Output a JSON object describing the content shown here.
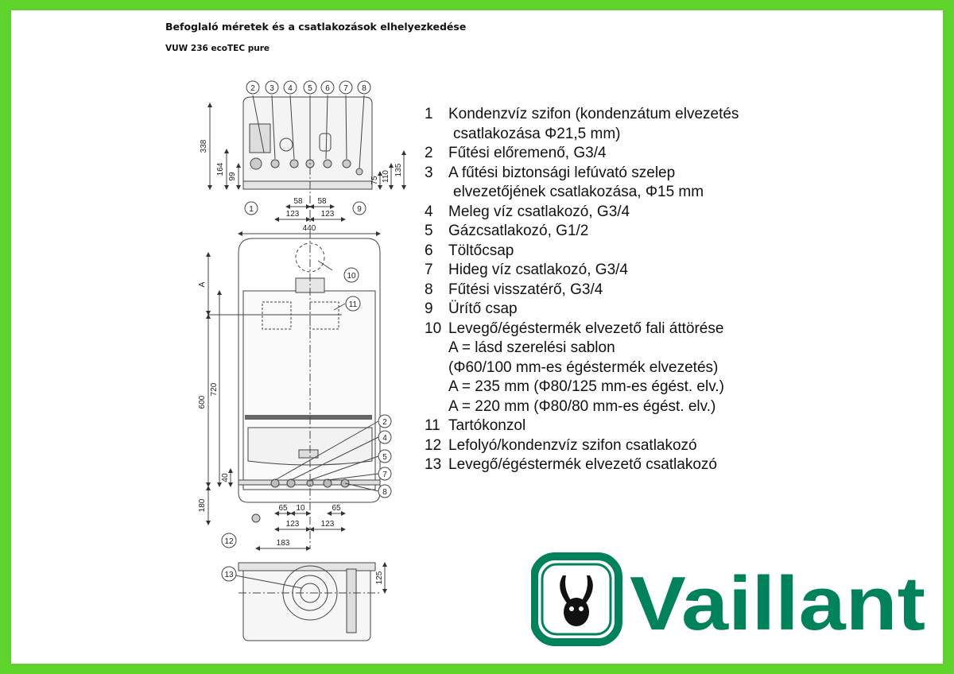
{
  "title": "Befoglaló méretek és a csatlakozások elhelyezkedése",
  "subtitle": "VUW 236 ecoTEC pure",
  "legend": [
    {
      "num": "1",
      "text": "Kondenzvíz szifon (kondenzátum elvezetés",
      "cont": [
        "csatlakozása Φ21,5 mm)"
      ]
    },
    {
      "num": "2",
      "text": "Fűtési előremenő, G3/4",
      "cont": []
    },
    {
      "num": "3",
      "text": "A fűtési biztonsági lefúvató szelep",
      "cont": [
        "elvezetőjének csatlakozása, Φ15 mm"
      ]
    },
    {
      "num": "4",
      "text": "Meleg víz csatlakozó, G3/4",
      "cont": []
    },
    {
      "num": "5",
      "text": "Gázcsatlakozó, G1/2",
      "cont": []
    },
    {
      "num": "6",
      "text": "Töltőcsap",
      "cont": []
    },
    {
      "num": "7",
      "text": "Hideg víz csatlakozó, G3/4",
      "cont": []
    },
    {
      "num": "8",
      "text": "Fűtési visszatérő, G3/4",
      "cont": []
    },
    {
      "num": "9",
      "text": "Ürítő csap",
      "cont": []
    },
    {
      "num": "10",
      "text": "Levegő/égéstermék elvezető fali áttörése",
      "cont": [
        "A = lásd szerelési sablon",
        "(Φ60/100 mm-es égéstermék elvezetés)",
        "A = 235 mm (Φ80/125 mm-es égést. elv.)",
        "A = 220 mm (Φ80/80 mm-es égést. elv.)"
      ]
    },
    {
      "num": "11",
      "text": "Tartókonzol",
      "cont": []
    },
    {
      "num": "12",
      "text": "Lefolyó/kondenzvíz szifon csatlakozó",
      "cont": []
    },
    {
      "num": "13",
      "text": "Levegő/égéstermék elvezető csatlakozó",
      "cont": []
    }
  ],
  "drawing": {
    "top_callouts": [
      "2",
      "3",
      "4",
      "5",
      "6",
      "7",
      "8"
    ],
    "callout_1": "1",
    "callout_9": "9",
    "dim_338": "338",
    "dim_164": "164",
    "dim_99": "99",
    "dim_75": "75",
    "dim_110": "110",
    "dim_135": "135",
    "dim_58a": "58",
    "dim_58b": "58",
    "dim_123a": "123",
    "dim_123b": "123",
    "dim_440": "440",
    "dim_A": "A",
    "callout_10": "10",
    "callout_11": "11",
    "dim_600": "600",
    "dim_720": "720",
    "dim_40": "40",
    "dim_180": "180",
    "right_callouts": [
      "2",
      "4",
      "5",
      "7",
      "8"
    ],
    "dim_65a": "65",
    "dim_10": "10",
    "dim_65b": "65",
    "dim_123c": "123",
    "dim_123d": "123",
    "callout_12": "12",
    "dim_183": "183",
    "callout_13": "13",
    "dim_125": "125"
  },
  "logo": {
    "text": "Vaillant",
    "color": "#00835a"
  },
  "colors": {
    "frame": "#5fd42c",
    "brand": "#00835a"
  }
}
